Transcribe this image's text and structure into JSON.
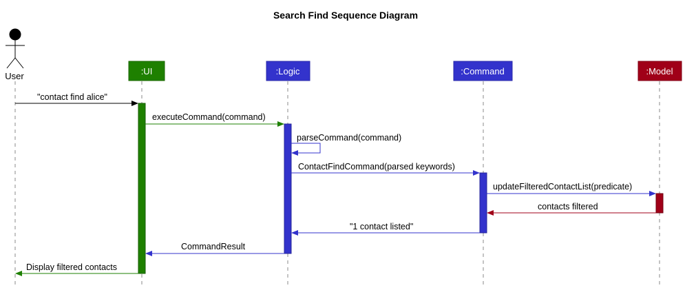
{
  "title": "Search Find Sequence Diagram",
  "actor": {
    "label": "User"
  },
  "participants": [
    {
      "key": "ui",
      "label": ":UI",
      "color": "#1e8000"
    },
    {
      "key": "logic",
      "label": ":Logic",
      "color": "#3333cc"
    },
    {
      "key": "command",
      "label": ":Command",
      "color": "#3333cc"
    },
    {
      "key": "model",
      "label": ":Model",
      "color": "#a00018"
    }
  ],
  "messages": [
    {
      "label": "\"contact find alice\"",
      "color": "#000000"
    },
    {
      "label": "executeCommand(command)",
      "color": "#1e8000"
    },
    {
      "label": "parseCommand(command)",
      "color": "#3333cc"
    },
    {
      "label": "ContactFindCommand(parsed keywords)",
      "color": "#3333cc"
    },
    {
      "label": "updateFilteredContactList(predicate)",
      "color": "#3333cc"
    },
    {
      "label": "contacts filtered",
      "color": "#a00018"
    },
    {
      "label": "\"1 contact listed\"",
      "color": "#3333cc"
    },
    {
      "label": "CommandResult",
      "color": "#3333cc"
    },
    {
      "label": "Display filtered contacts",
      "color": "#1e8000"
    }
  ]
}
